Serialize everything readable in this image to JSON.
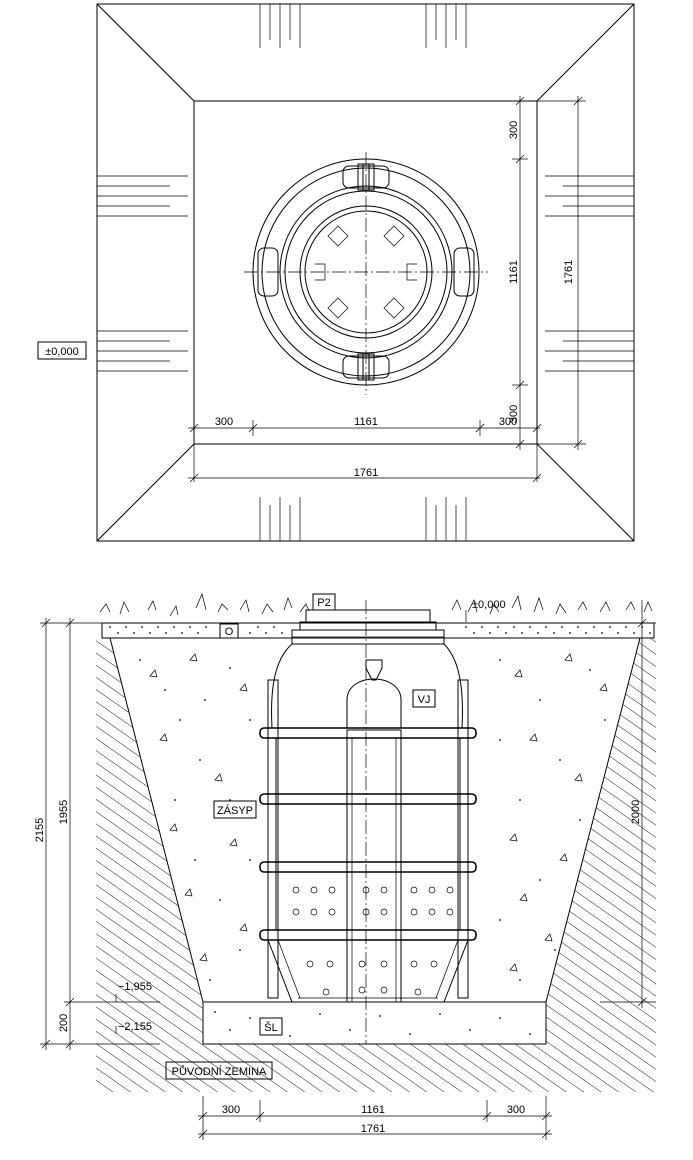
{
  "plan": {
    "dim_top_300": "300",
    "dim_mid_1161_v": "1161",
    "dim_bottom_300_v": "300",
    "dim_total_1761_v": "1761",
    "dim_left_300_h": "300",
    "dim_mid_1161_h": "1161",
    "dim_right_300_h": "300",
    "dim_total_1761_h": "1761",
    "level_label": "±0,000"
  },
  "section": {
    "label_p2": "P2",
    "label_level_top": "±0,000",
    "label_o": "O",
    "label_vj": "VJ",
    "label_zasyp": "ZÁSYP",
    "label_sl": "ŠL",
    "label_puvodni_zemina": "PŮVODNÍ ZEMINA",
    "level_1955": "−1,955",
    "level_2155": "−2,155",
    "dim_2155": "2155",
    "dim_1955": "1955",
    "dim_200": "200",
    "dim_2000": "2000",
    "dim_bottom_300_left": "300",
    "dim_bottom_1161": "1161",
    "dim_bottom_300_right": "300",
    "dim_bottom_1761": "1761"
  },
  "colors": {
    "line": "#000000",
    "background": "#ffffff"
  }
}
